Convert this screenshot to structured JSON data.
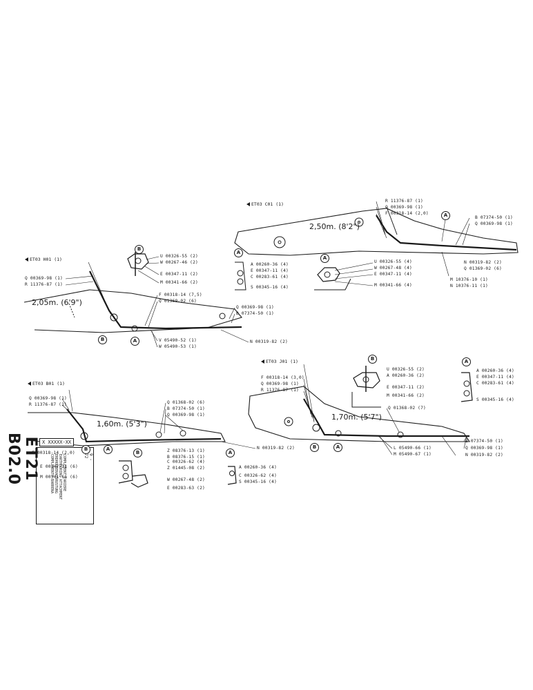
{
  "sheet": {
    "code": "ET21 B02.0",
    "part_code": "X XXXXX-XX",
    "date": "9 - 72",
    "titles": [
      "COMPLEMENT TARIERE",
      "EARTHBORING ATTACHMENT",
      "ERDHOHRERAUSRUSTUNG",
      "COMPLEMENTO BARRENA"
    ]
  },
  "view_tr": {
    "ref": "ET03 C01 (1)",
    "dim": "2,50m. (8'2\")",
    "labels_top": [
      "R 11376-87 (1)",
      "Q 00369-98 (1)",
      "F 00318-14 (2,0)"
    ],
    "labels_right": [
      "B 07374-50 (1)",
      "Q 00369-98 (1)"
    ],
    "labels_bottom_right": [
      "N 00319-82 (2)",
      "Q 01369-02 (6)",
      "M 10376-10 (1)",
      "N 10376-11 (1)"
    ],
    "detail_a": [
      "U 00326-55 (4)",
      "W 00267-48 (4)",
      "E 00347-11 (4)",
      "M 00341-66 (4)"
    ],
    "detail_a_left": [
      "A 00260-36 (4)",
      "E 00347-11 (4)",
      "C 00283-61 (4)",
      "S 00345-16 (4)"
    ]
  },
  "view_tl": {
    "ref": "ET03 H01 (1)",
    "dim": "2,05m. (6'9\")",
    "labels_left": [
      "Q 00369-98 (1)",
      "R 11376-87 (1)"
    ],
    "detail_b": [
      "U 00326-55 (2)",
      "W 00267-46 (2)",
      "E 00347-11 (2)",
      "M 00341-66 (2)"
    ],
    "labels_mid": [
      "F 00318-14 (7,5)",
      "Q 01369-02 (6)"
    ],
    "labels_right": [
      "Q 00369-98 (1)",
      "B 07374-50 (1)"
    ],
    "labels_bottom": [
      "V 05490-52 (1)",
      "W 05490-53 (1)",
      "N 00319-82 (2)"
    ]
  },
  "view_bl": {
    "ref": "ET03 B01 (1)",
    "dim": "1,60m. (5'3\")",
    "labels_left": [
      "Q 00369-98 (1)",
      "R 11376-87 (1)"
    ],
    "label_f": "F 00318-14 (2,0)",
    "labels_right": [
      "Q 01368-02 (6)",
      "B 07374-50 (1)",
      "Q 00369-98 (1)"
    ],
    "label_n": "N 00319-82 (2)",
    "labels_z": [
      "Z 08376-13 (1)",
      "B 08376-15 (1)"
    ],
    "detail_b": [
      "C 00326-62 (4)",
      "Z 01445-08 (2)",
      "W 00267-48 (2)",
      "E 00283-63 (2)"
    ],
    "detail_left": [
      "E 00347-11 (6)",
      "M 00341-66 (6)"
    ]
  },
  "view_br": {
    "ref": "ET03 J01 (1)",
    "dim": "1,70m. (5'7\")",
    "labels_left": [
      "F 00318-14 (3,0)",
      "Q 00369-98 (1)",
      "R 11376-87 (1)"
    ],
    "detail_b": [
      "U 00326-55 (2)",
      "A 00260-36 (2)",
      "E 00347-11 (2)",
      "M 00341-66 (2)"
    ],
    "detail_a": [
      "A 00260-36 (4)",
      "E 00347-11 (4)",
      "C 00283-61 (4)",
      "S 00345-16 (4)"
    ],
    "label_q": "Q 01368-02 (7)",
    "labels_right": [
      "B 07374-50 (1)",
      "Q 00369-98 (1)",
      "N 00319-82 (2)"
    ],
    "labels_bottom": [
      "L 05490-66 (1)",
      "M 05490-67 (1)"
    ],
    "detail_a_bottom": [
      "A 00260-36 (4)",
      "C 00326-62 (4)",
      "S 00345-16 (4)"
    ]
  }
}
